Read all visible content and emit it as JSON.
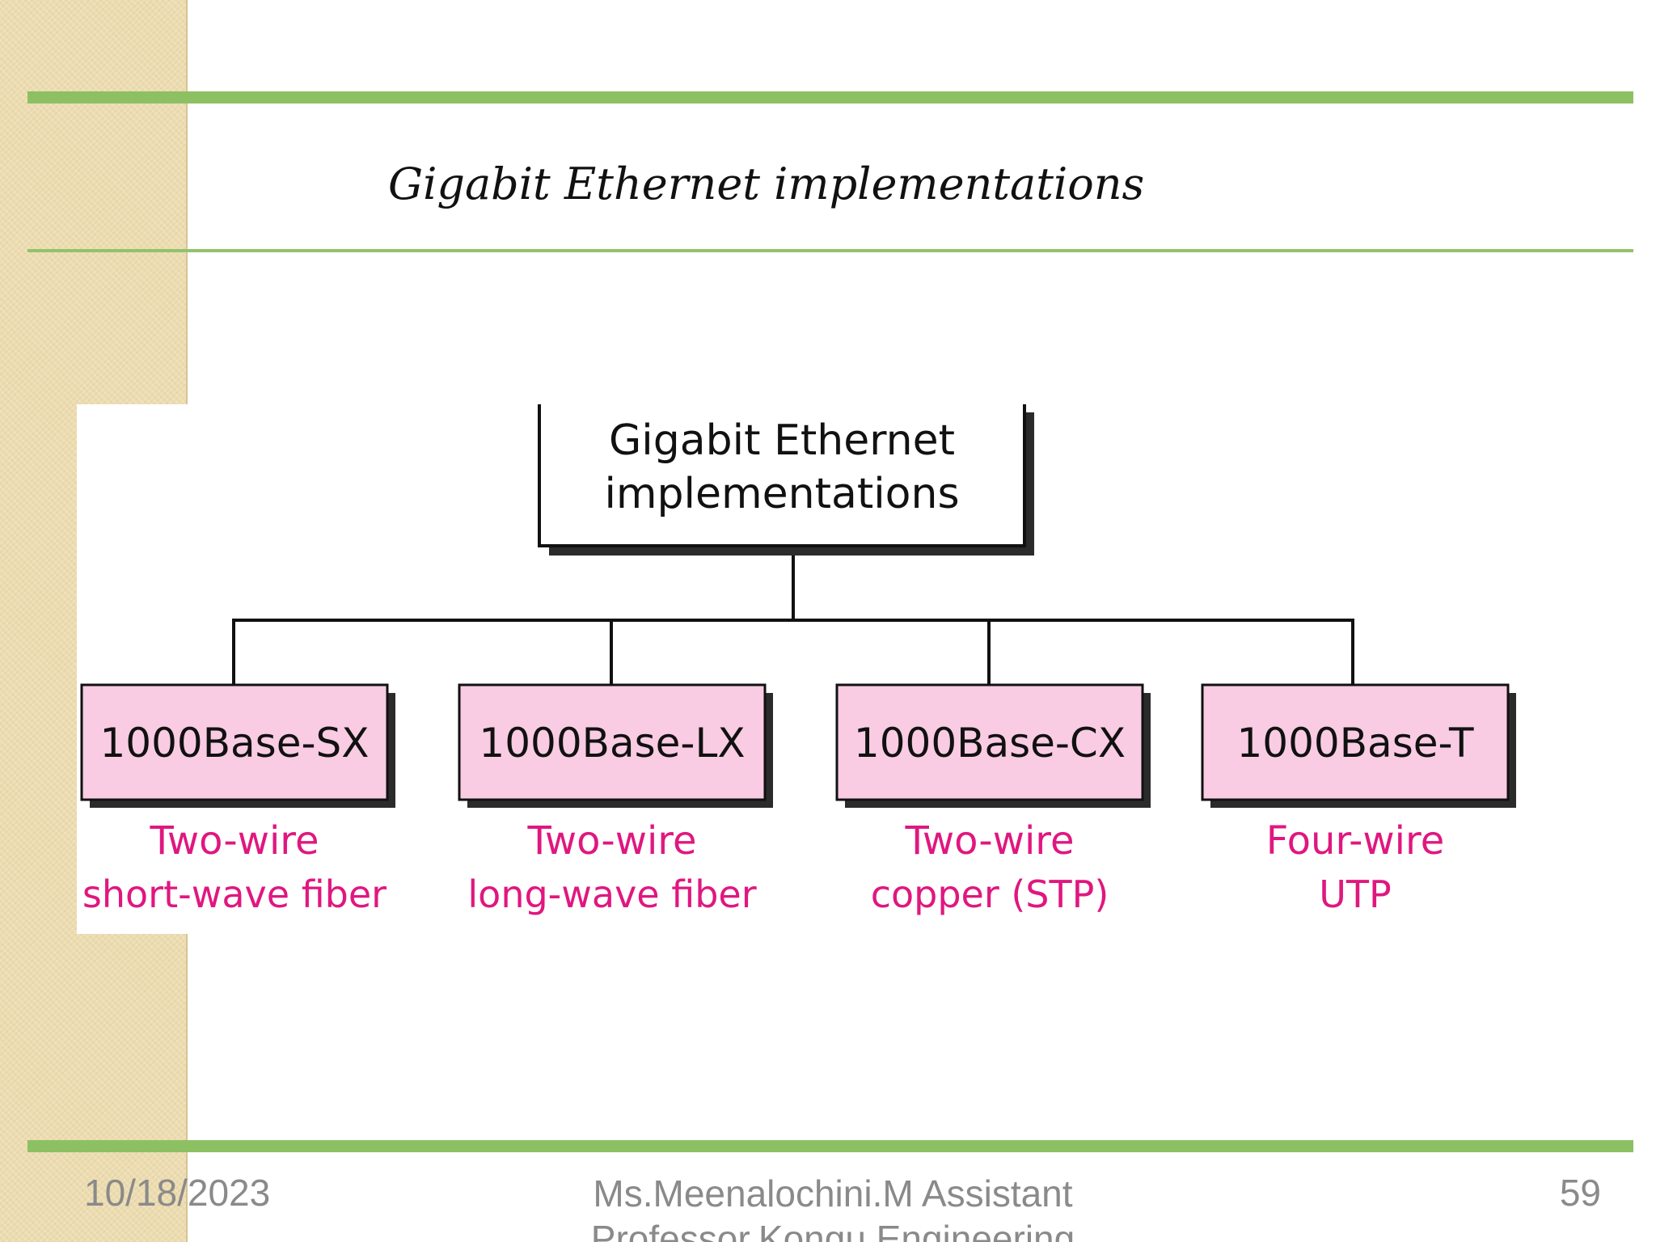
{
  "slide": {
    "title": "Gigabit Ethernet implementations",
    "footer_date": "10/18/2023",
    "footer_author": "Ms.Meenalochini.M Assistant Professor,Kongu Engineering",
    "page_number": "59"
  },
  "diagram": {
    "root": {
      "line1": "Gigabit Ethernet",
      "line2": "implementations"
    },
    "children": [
      {
        "label": "1000Base-SX",
        "desc1": "Two-wire",
        "desc2": "short-wave fiber"
      },
      {
        "label": "1000Base-LX",
        "desc1": "Two-wire",
        "desc2": "long-wave fiber"
      },
      {
        "label": "1000Base-CX",
        "desc1": "Two-wire",
        "desc2": "copper (STP)"
      },
      {
        "label": "1000Base-T",
        "desc1": "Four-wire",
        "desc2": "UTP"
      }
    ],
    "colors": {
      "leaf_fill": "#f9cce3",
      "desc_text": "#e0177f",
      "accent_rule": "#8dc063"
    }
  }
}
